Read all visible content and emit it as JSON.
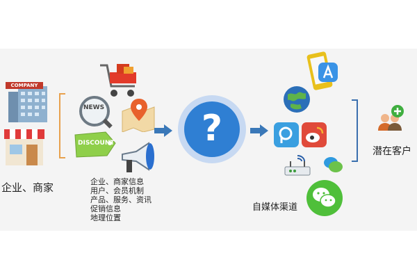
{
  "left_group": {
    "label": "企业、商家",
    "company_sign": "COMPANY"
  },
  "info_icons": {
    "news": "NEWS",
    "discount": "DISCOUNT"
  },
  "info_list": [
    "企业、商家信息",
    "用户、会员机制",
    "产品、服务、资讯",
    "促销信息",
    "地理位置"
  ],
  "center": {
    "symbol": "?"
  },
  "channels": {
    "label": "自媒体渠道"
  },
  "target": {
    "label": "潜在客户"
  },
  "colors": {
    "accent_blue": "#2f7fd3",
    "arrow_blue": "#3a78b8",
    "bracket_orange": "#e8a14d",
    "bracket_blue": "#3a6fae",
    "circle_ring": "#c7d9f2"
  }
}
